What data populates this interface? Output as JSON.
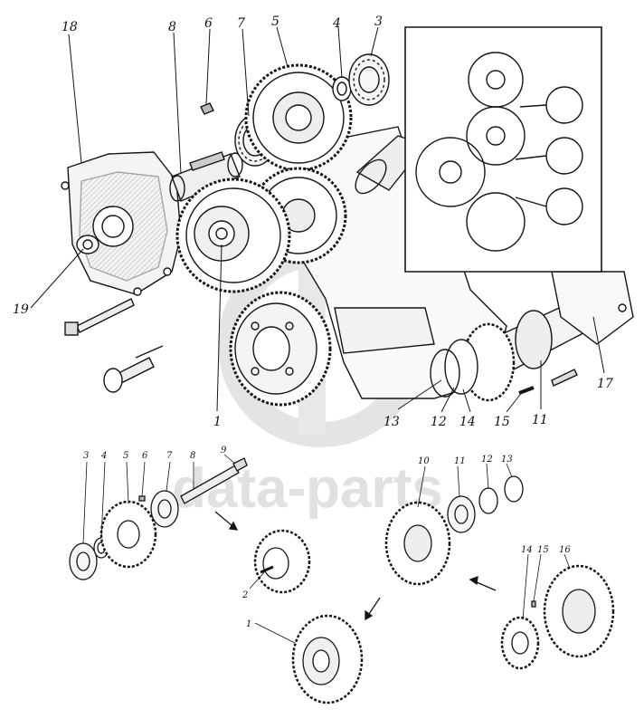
{
  "watermark": {
    "text": "data-parts",
    "color": "#c9c9c9"
  },
  "colors": {
    "ink": "#151515",
    "paper": "#ffffff",
    "shade": "#8a8a8a"
  },
  "upper_callouts": [
    "18",
    "8",
    "6",
    "7",
    "5",
    "4",
    "3",
    "19",
    "1",
    "13",
    "12",
    "14",
    "15",
    "11",
    "17"
  ],
  "lower_callouts": [
    "3",
    "4",
    "5",
    "6",
    "7",
    "8",
    "9",
    "2",
    "1",
    "10",
    "11",
    "12",
    "13",
    "14",
    "15",
    "16"
  ]
}
